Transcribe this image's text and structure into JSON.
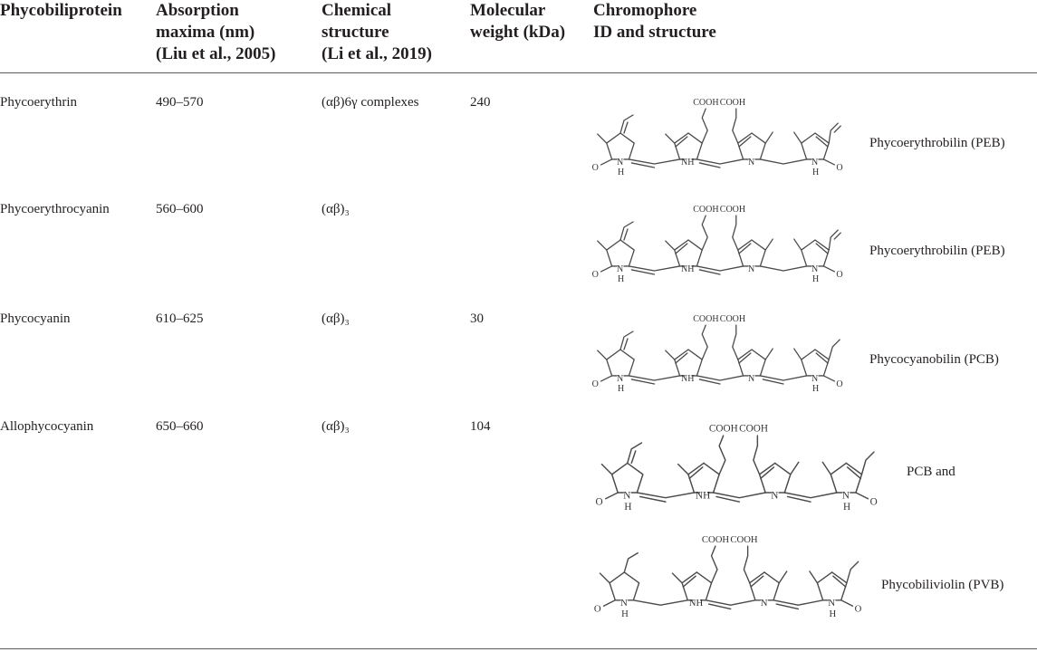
{
  "headers": {
    "protein": [
      "Phycobiliprotein"
    ],
    "absorption": [
      "Absorption",
      "maxima (nm)",
      "(Liu et al., 2005)"
    ],
    "structure": [
      "Chemical",
      "structure",
      "(Li et al., 2019)"
    ],
    "weight": [
      "Molecular",
      "weight (kDa)"
    ],
    "chromophore": [
      "Chromophore",
      "ID and structure"
    ]
  },
  "atom_labels": {
    "cooh": "COOH",
    "nh": "NH",
    "h": "H",
    "n": "N",
    "o": "O"
  },
  "rows": [
    {
      "protein": "Phycoerythrin",
      "absorption": "490–570",
      "structure": "(αβ)6γ complexes",
      "weight": "240",
      "chromophores": [
        {
          "name": "Phycoerythrobilin (PEB)"
        }
      ]
    },
    {
      "protein": "Phycoerythrocyanin",
      "absorption": "560–600",
      "structure": "(αβ)₃",
      "weight": "",
      "chromophores": [
        {
          "name": "Phycoerythrobilin (PEB)"
        }
      ]
    },
    {
      "protein": "Phycocyanin",
      "absorption": "610–625",
      "structure": "(αβ)₃",
      "weight": "30",
      "chromophores": [
        {
          "name": "Phycocyanobilin (PCB)"
        }
      ]
    },
    {
      "protein": "Allophycocyanin",
      "absorption": "650–660",
      "structure": "(αβ)₃",
      "weight": "104",
      "chromophores": [
        {
          "name": "PCB and"
        },
        {
          "name": "Phycobiliviolin (PVB)"
        }
      ]
    }
  ]
}
